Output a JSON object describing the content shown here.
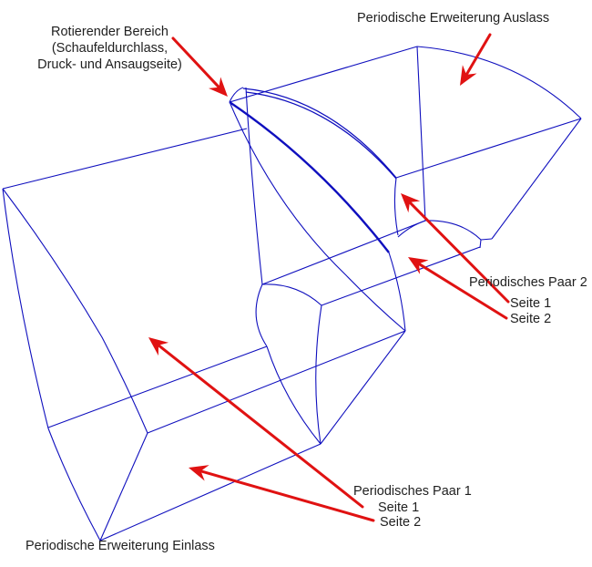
{
  "diagram": {
    "labels": {
      "rotating_region": {
        "line1": "Rotierender Bereich",
        "line2": "(Schaufeldurchlass,",
        "line3": "Druck- und Ansaugseite)"
      },
      "outlet_extension": "Periodische Erweiterung Auslass",
      "inlet_extension": "Periodische Erweiterung Einlass",
      "periodic_pair_2": {
        "title": "Periodisches Paar 2",
        "side1": "Seite 1",
        "side2": "Seite 2"
      },
      "periodic_pair_1": {
        "title": "Periodisches Paar 1",
        "side1": "Seite 1",
        "side2": "Seite 2"
      }
    },
    "colors": {
      "wireframe": "#0f0fbe",
      "arrow": "#e01212",
      "text": "#1f1f1f",
      "background": "#ffffff"
    }
  }
}
